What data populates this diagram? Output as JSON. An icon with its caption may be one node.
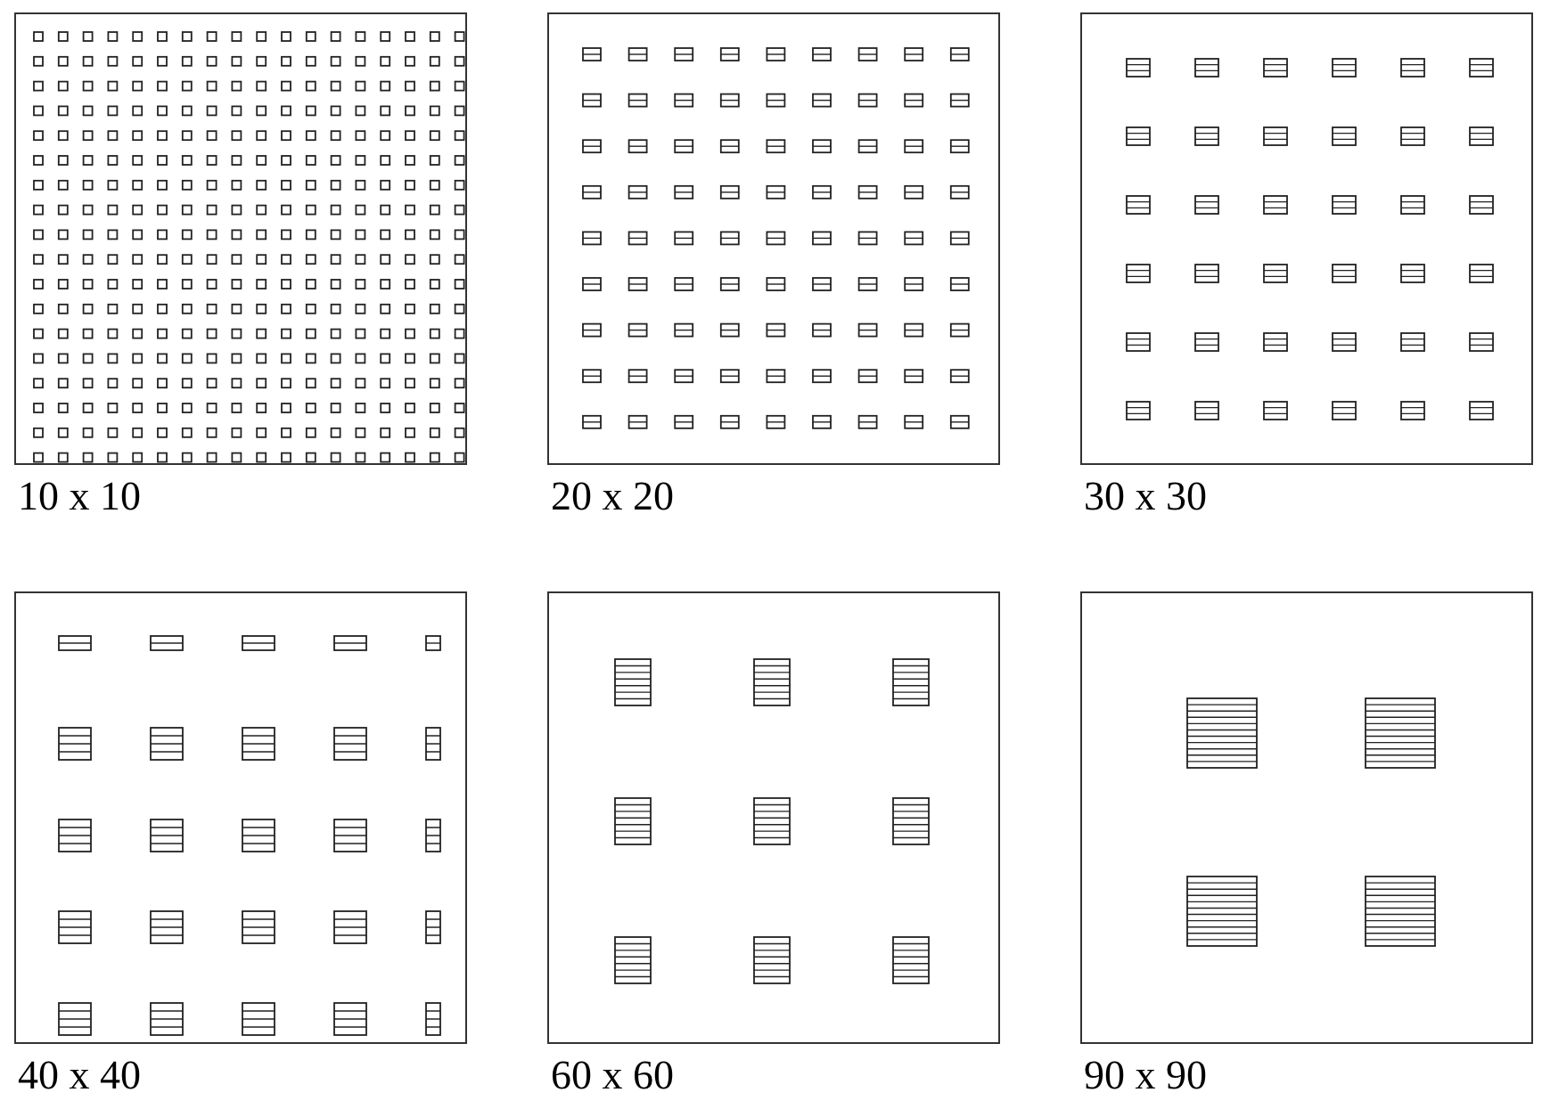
{
  "diagram": {
    "labels": [
      "10 x 10",
      "20 x 20",
      "30 x 30",
      "40 x 40",
      "60 x 60",
      "90 x 90"
    ]
  }
}
